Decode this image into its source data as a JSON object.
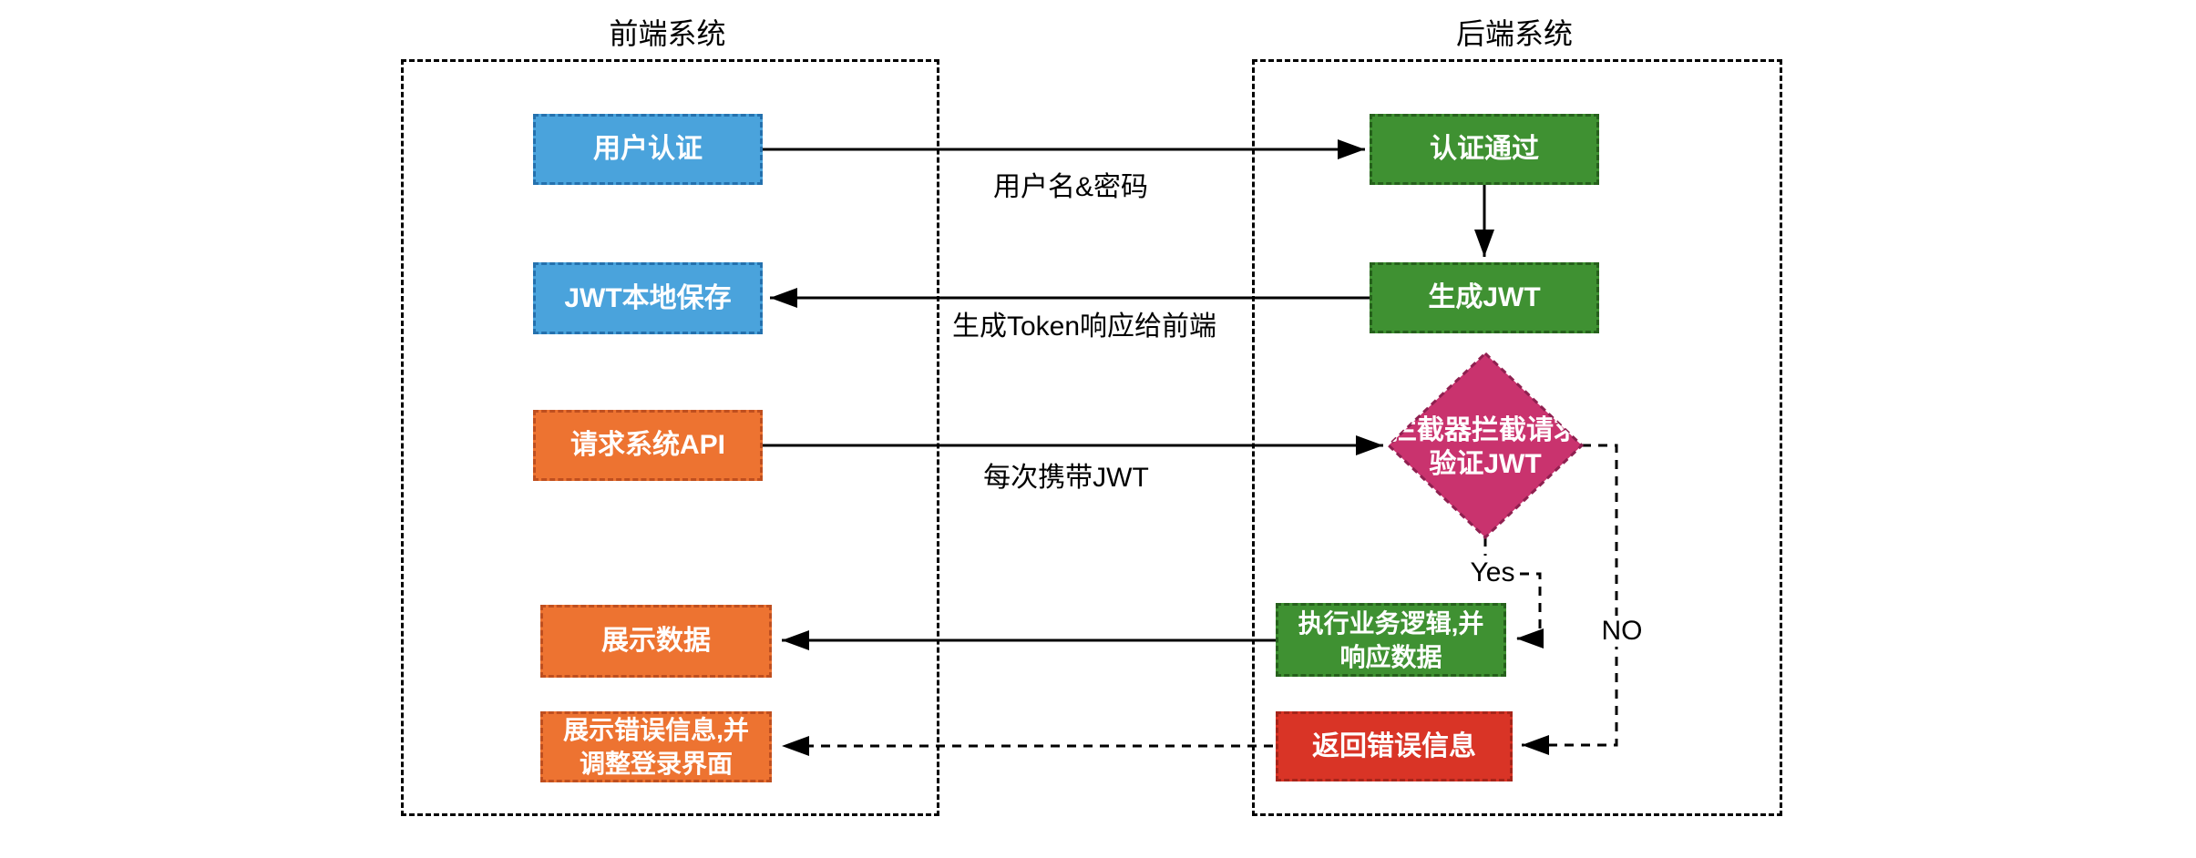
{
  "lanes": {
    "frontend": {
      "title": "前端系统"
    },
    "backend": {
      "title": "后端系统"
    }
  },
  "nodes": {
    "user_auth": {
      "label": "用户认证"
    },
    "jwt_local_save": {
      "label": "JWT本地保存"
    },
    "request_api": {
      "label": "请求系统API"
    },
    "show_data": {
      "label": "展示数据"
    },
    "show_error": {
      "line1": "展示错误信息,并",
      "line2": "调整登录界面"
    },
    "auth_pass": {
      "label": "认证通过"
    },
    "generate_jwt": {
      "label": "生成JWT"
    },
    "interceptor": {
      "line1": "拦截器拦截请求",
      "line2": "验证JWT"
    },
    "exec_logic": {
      "line1": "执行业务逻辑,并",
      "line2": "响应数据"
    },
    "return_error": {
      "label": "返回错误信息"
    }
  },
  "edge_labels": {
    "username_password": "用户名&密码",
    "token_response": "生成Token响应给前端",
    "carry_jwt": "每次携带JWT",
    "yes": "Yes",
    "no": "NO"
  },
  "colors": {
    "blue": "#4AA3DC",
    "green": "#3F9132",
    "orange": "#ED7331",
    "magenta": "#C9336E",
    "magenta_border": "#8F2050",
    "red": "#D93426",
    "line": "#000000"
  }
}
